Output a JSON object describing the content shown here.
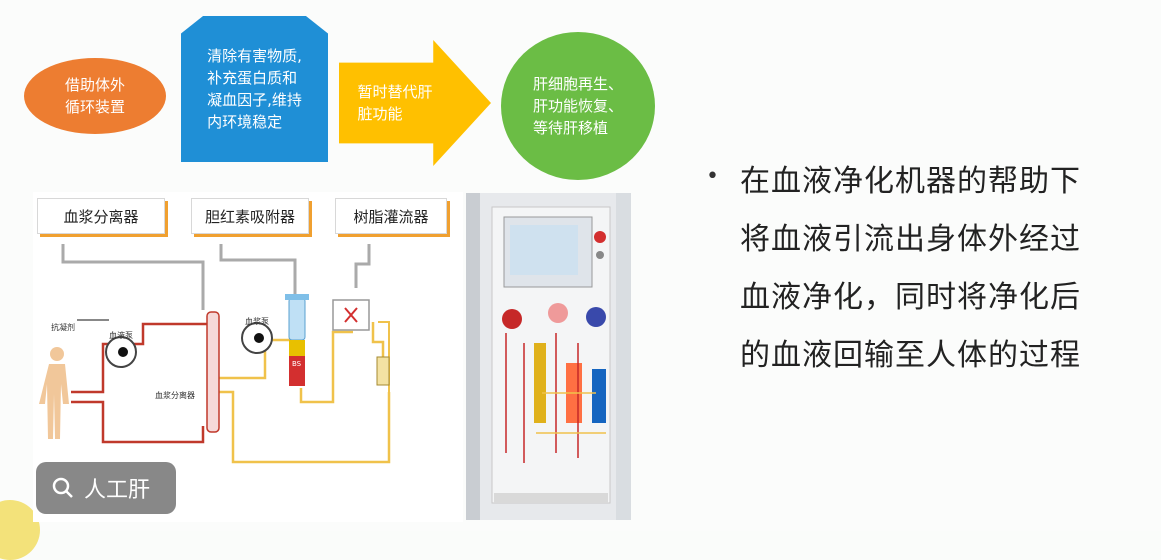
{
  "flow": {
    "step1": "借助体外\n循环装置",
    "step2": "清除有害物质,\n补充蛋白质和\n凝血因子,维持\n内环境稳定",
    "step3": "暂时替代肝\n脏功能",
    "step4": "肝细胞再生、\n肝功能恢复、\n等待肝移植"
  },
  "diagram": {
    "box1": "血浆分离器",
    "box2": "胆红素吸附器",
    "box3": "树脂灌流器",
    "lbl_anticoag": "抗凝剂",
    "lbl_pump1": "血液泵",
    "lbl_pump2": "血浆泵",
    "lbl_sep": "血浆分离器",
    "lbl_bs": "BS"
  },
  "search_chip": {
    "label": "人工肝"
  },
  "bullet": {
    "lines": [
      "在血液净化机器的帮助下",
      "将血液引流出身体外经过",
      "血液净化，同时将净化后",
      "的血液回输至人体的过程"
    ]
  },
  "colors": {
    "orange": "#ed7d31",
    "blue": "#1f8fd6",
    "yellow": "#ffc000",
    "green": "#6bbd45"
  },
  "icons": {
    "search": "search-icon"
  }
}
